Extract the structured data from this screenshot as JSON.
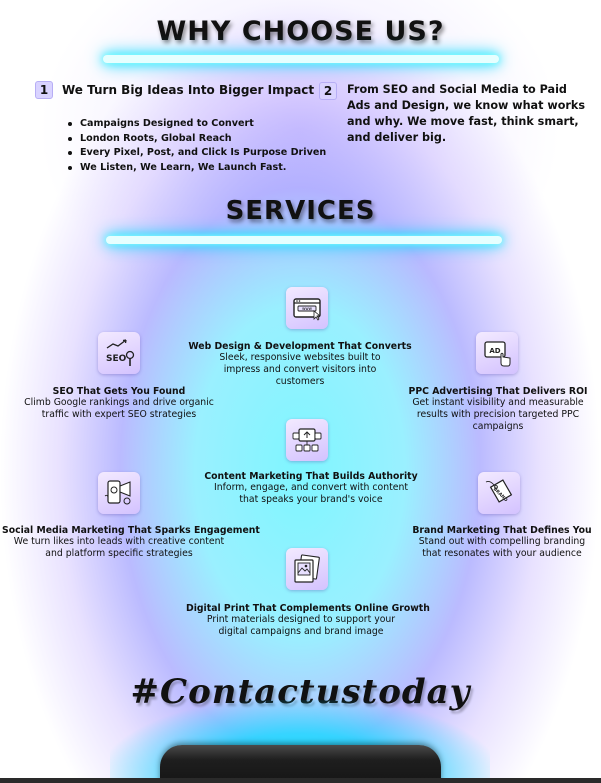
{
  "why": {
    "heading": "WHY CHOOSE US?",
    "point1": {
      "number": "1",
      "title": "We Turn Big Ideas Into Bigger Impact",
      "bullets": [
        "Campaigns Designed to Convert",
        "London Roots, Global Reach",
        "Every Pixel, Post, and Click Is Purpose Driven",
        "We Listen, We Learn, We Launch Fast."
      ]
    },
    "point2": {
      "number": "2",
      "text": "From SEO and Social Media to Paid Ads and Design, we know what works and why. We move fast, think smart, and deliver big."
    }
  },
  "services": {
    "heading": "SERVICES",
    "items": [
      {
        "title": "Web Design & Development That Converts",
        "desc": "Sleek, responsive websites built to impress and convert visitors into customers",
        "icon": "web-browser-icon"
      },
      {
        "title": "SEO That Gets You Found",
        "desc": "Climb Google rankings and drive organic traffic with expert SEO strategies",
        "icon": "seo-icon"
      },
      {
        "title": "PPC Advertising That Delivers ROI",
        "desc": "Get instant visibility and measurable results with precision targeted PPC campaigns",
        "icon": "ad-click-icon"
      },
      {
        "title": "Content Marketing That Builds Authority",
        "desc": "Inform, engage, and convert with content that speaks your brand's voice",
        "icon": "content-marketing-icon"
      },
      {
        "title": "Social Media Marketing That Sparks Engagement",
        "desc": "We turn likes into leads with creative content and platform specific strategies",
        "icon": "social-media-icon"
      },
      {
        "title": "Brand Marketing That Defines You",
        "desc": "Stand out with compelling branding that resonates with your audience",
        "icon": "brand-tag-icon"
      },
      {
        "title": "Digital Print That Complements Online Growth",
        "desc": "Print materials designed to support your digital campaigns and brand image",
        "icon": "print-photo-icon"
      }
    ]
  },
  "icon_labels": {
    "web": "www",
    "seo": "SEO",
    "ad": "AD",
    "brand": "BRAND"
  },
  "contact": "#Contactustoday",
  "colors": {
    "neon": "#00d8ff",
    "glow_cyan": "#78f5ff",
    "glow_violet": "#9696ff",
    "icon_bg": "#d3c2ff",
    "badge_bg": "#d9d3ff",
    "stage": "#1e1e1e"
  }
}
